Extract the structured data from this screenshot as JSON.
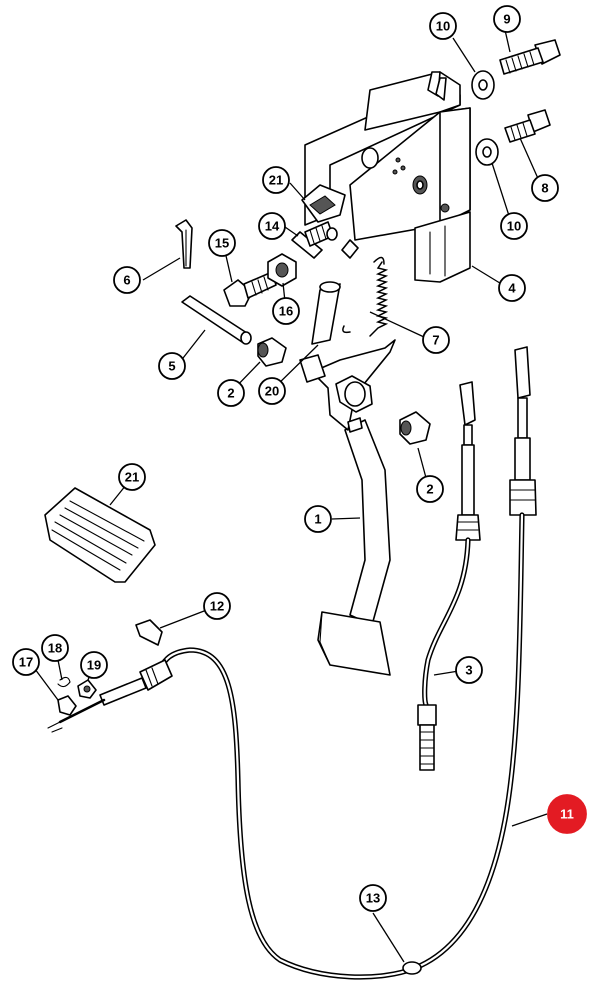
{
  "callouts": [
    {
      "id": "c10a",
      "label": "10",
      "highlight": false
    },
    {
      "id": "c9",
      "label": "9",
      "highlight": false
    },
    {
      "id": "c8",
      "label": "8",
      "highlight": false
    },
    {
      "id": "c10b",
      "label": "10",
      "highlight": false
    },
    {
      "id": "c21a",
      "label": "21",
      "highlight": false
    },
    {
      "id": "c14",
      "label": "14",
      "highlight": false
    },
    {
      "id": "c15",
      "label": "15",
      "highlight": false
    },
    {
      "id": "c6",
      "label": "6",
      "highlight": false
    },
    {
      "id": "c4",
      "label": "4",
      "highlight": false
    },
    {
      "id": "c16",
      "label": "16",
      "highlight": false
    },
    {
      "id": "c7",
      "label": "7",
      "highlight": false
    },
    {
      "id": "c5",
      "label": "5",
      "highlight": false
    },
    {
      "id": "c2a",
      "label": "2",
      "highlight": false
    },
    {
      "id": "c20",
      "label": "20",
      "highlight": false
    },
    {
      "id": "c2b",
      "label": "2",
      "highlight": false
    },
    {
      "id": "c21b",
      "label": "21",
      "highlight": false
    },
    {
      "id": "c1",
      "label": "1",
      "highlight": false
    },
    {
      "id": "c12",
      "label": "12",
      "highlight": false
    },
    {
      "id": "c17",
      "label": "17",
      "highlight": false
    },
    {
      "id": "c18",
      "label": "18",
      "highlight": false
    },
    {
      "id": "c19",
      "label": "19",
      "highlight": false
    },
    {
      "id": "c3",
      "label": "3",
      "highlight": false
    },
    {
      "id": "c11",
      "label": "11",
      "highlight": true
    },
    {
      "id": "c13",
      "label": "13",
      "highlight": false
    }
  ],
  "colors": {
    "highlight": "#e31b23",
    "line": "#000000",
    "background": "#ffffff"
  }
}
